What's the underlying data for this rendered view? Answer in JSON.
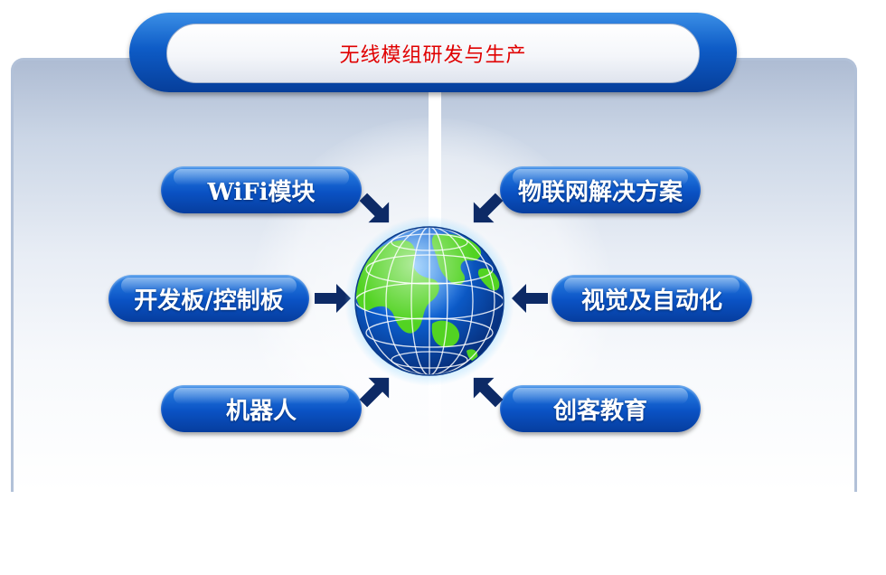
{
  "title": "无线模组研发与生产",
  "items": {
    "left_top": "WiFi模块",
    "left_mid": "开发板/控制板",
    "left_bottom": "机器人",
    "right_top": "物联网解决方案",
    "right_mid": "视觉及自动化",
    "right_bottom": "创客教育"
  },
  "colors": {
    "title_text": "#e00000",
    "pill_blue": "#0a52c4",
    "arrow_navy": "#0d2a66",
    "globe_ocean": "#0a4fc0",
    "globe_land": "#52d322"
  }
}
